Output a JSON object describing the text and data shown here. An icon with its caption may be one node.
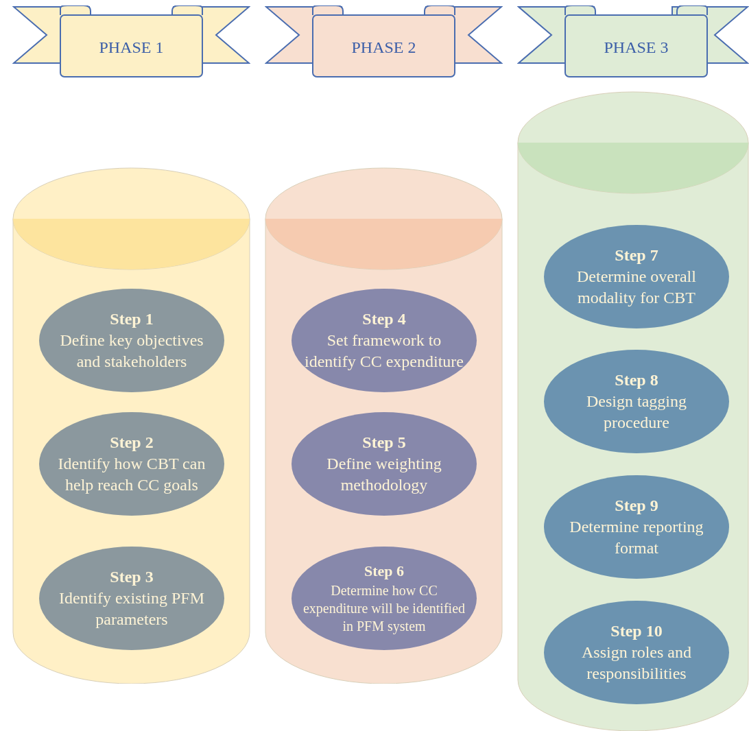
{
  "diagram": {
    "nodes": [
      {
        "text": [
          "PHASE 1"
        ]
      },
      {
        "text": [
          "PHASE 2"
        ]
      },
      {
        "text": [
          "PHASE 3"
        ]
      },
      {
        "text": [],
        "shape": "cylinder"
      },
      {
        "text": [
          "Step 1",
          "Define key objectives and stakeholders"
        ],
        "in": 3
      },
      {
        "text": [
          "Step 2",
          "Identify how CBT can help reach CC goals"
        ],
        "in": 3
      },
      {
        "text": [
          "Step 3",
          "Identify existing PFM parameters"
        ],
        "in": 3
      },
      {
        "text": [],
        "shape": "cylinder"
      },
      {
        "text": [
          "Step 4",
          "Set framework to identify CC expenditure"
        ],
        "in": 7
      },
      {
        "text": [
          "Step 5",
          "Define weighting methodology"
        ],
        "in": 7
      },
      {
        "text": [
          "Step 6",
          "Determine how CC expenditure will be identified in PFM system"
        ],
        "in": 7
      },
      {
        "text": [],
        "shape": "cylinder"
      },
      {
        "text": [
          "Step 7",
          "Determine overall modality for CBT"
        ],
        "in": 11
      },
      {
        "text": [
          "Step 8",
          "Design tagging procedure"
        ],
        "in": 11
      },
      {
        "text": [
          "Step 9",
          "Determine reporting format"
        ],
        "in": 11
      },
      {
        "text": [
          "Step 10",
          "Assign roles and responsibilities"
        ],
        "in": 11
      }
    ],
    "edges": []
  }
}
